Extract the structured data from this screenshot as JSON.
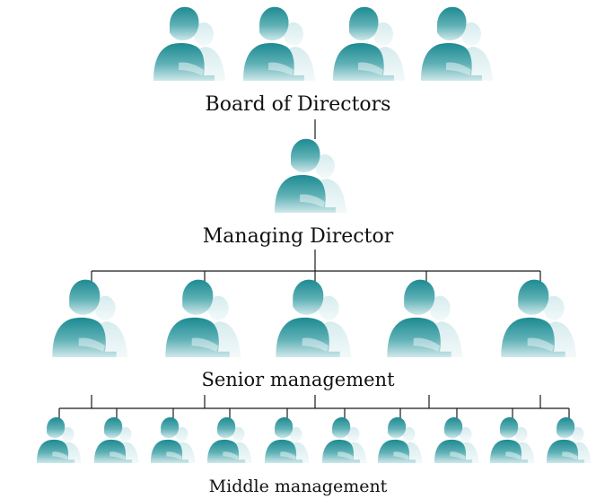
{
  "levels": {
    "board": "Board of Directors",
    "managing_director": "Managing Director",
    "senior": "Senior management",
    "middle": "Middle management"
  },
  "counts": {
    "board": 4,
    "managing_director": 1,
    "senior": 5,
    "middle": 10
  },
  "colors": {
    "figure": "#1d8a92",
    "figure_light": "#6fb9bd",
    "line": "#1a1a1a"
  },
  "icons": {
    "person": "person-silhouette-icon"
  }
}
